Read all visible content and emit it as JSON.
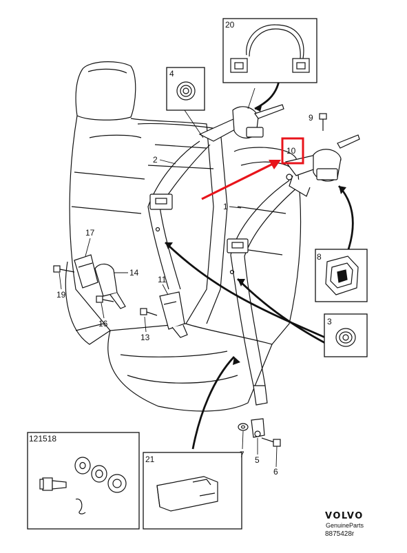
{
  "callouts": {
    "c1": "1",
    "c2": "2",
    "c3": "3",
    "c4": "4",
    "c5": "5",
    "c6": "6",
    "c7": "7",
    "c8": "8",
    "c9": "9",
    "c10": "10",
    "c11": "11",
    "c13": "13",
    "c14": "14",
    "c16": "16",
    "c17": "17",
    "c19": "19",
    "c20": "20",
    "c21": "21",
    "c121518": "121518"
  },
  "brand": {
    "logo": "VOLVO",
    "subtitle": "GenuineParts",
    "part_number": "8875428r"
  },
  "colors": {
    "line": "#111111",
    "highlight": "#e8141b",
    "background": "#ffffff"
  }
}
